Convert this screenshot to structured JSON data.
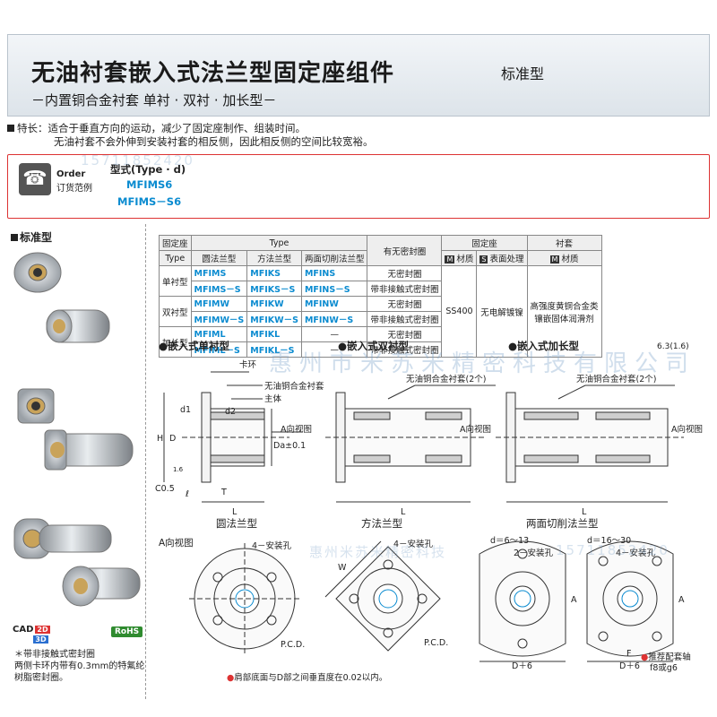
{
  "header": {
    "title": "无油衬套嵌入式法兰型固定座组件",
    "tag": "标准型",
    "subtitle": "－内置铜合金衬套  单衬 · 双衬 · 加长型－"
  },
  "features": {
    "label": "特长",
    "line1": "：适合于垂直方向的运动，减少了固定座制作、组装时间。",
    "line2": "无油衬套不会外伸到安装衬套的相反侧，因此相反侧的空间比较宽裕。"
  },
  "order": {
    "label_en": "Order",
    "label_cn": "订货范例",
    "type_label": "型式(Type · d)",
    "example1": "MFIMS6",
    "example2": "MFIMS－S6"
  },
  "left": {
    "std_label": "标准型",
    "cad_label": "CAD",
    "cad_2d": "2D",
    "cad_3d": "3D",
    "rohs": "RoHS",
    "note1": "＊带非接触式密封圈",
    "note2": "两侧卡环内带有0.3mm的特氟纶树脂密封圈。"
  },
  "table": {
    "h_fixed": "固定座",
    "h_fixed_en": "Type",
    "h_type": "Type",
    "h_round": "圆法兰型",
    "h_square": "方法兰型",
    "h_cut": "两面切削法兰型",
    "h_seal": "有无密封圈",
    "h_seat": "固定座",
    "h_material": "材质",
    "h_surface": "表面处理",
    "h_bush": "衬套",
    "h_bush_material": "材质",
    "rows": [
      {
        "group": "单衬型",
        "c1": "MFIMS",
        "c2": "MFIKS",
        "c3": "MFINS",
        "seal": "无密封圈"
      },
      {
        "group": "",
        "c1": "MFIMS－S",
        "c2": "MFIKS－S",
        "c3": "MFINS－S",
        "seal": "带非接触式密封圈"
      },
      {
        "group": "双衬型",
        "c1": "MFIMW",
        "c2": "MFIKW",
        "c3": "MFINW",
        "seal": "无密封圈"
      },
      {
        "group": "",
        "c1": "MFIMW－S",
        "c2": "MFIKW－S",
        "c3": "MFINW－S",
        "seal": "带非接触式密封圈"
      },
      {
        "group": "加长型",
        "c1": "MFIML",
        "c2": "MFIKL",
        "c3": "—",
        "seal": "无密封圈"
      },
      {
        "group": "",
        "c1": "MFIML－S",
        "c2": "MFIKL－S",
        "c3": "—",
        "seal": "带非接触式密封圈"
      }
    ],
    "seat_material": "SS400",
    "seat_surface": "无电解镀镍",
    "bush_material1": "高强度黄铜合金类",
    "bush_material2": "镶嵌固体润滑剂",
    "mark_m": "M",
    "mark_s": "S"
  },
  "sections": {
    "single": "嵌入式单衬型",
    "double": "嵌入式双衬型",
    "long": "嵌入式加长型",
    "round": "圆法兰型",
    "square": "方法兰型",
    "cut": "两面切削法兰型",
    "view_a": "A向视图"
  },
  "drawing_labels": {
    "snap_ring": "卡环",
    "oilless_bush": "无油铜合金衬套",
    "oilless_bush2": "无油铜合金衬套(2个)",
    "body": "主体",
    "a_view": "A向视图",
    "mount4": "4－安装孔",
    "mount2": "2－安装孔",
    "pcd": "P.C.D.",
    "d_range1": "d＝6～13",
    "d_range2": "d＝16～30",
    "D6": "D＋6",
    "L": "L",
    "H": "H",
    "D": "D",
    "T": "T",
    "l": "ℓ",
    "C05": "C0.5",
    "d1": "d1",
    "d2": "d2",
    "Da": "Da±0.1",
    "W": "W",
    "A": "A",
    "F": "F",
    "rough1": "6.3",
    "rough2": "1.6",
    "rough_small": "1.6"
  },
  "footer": {
    "perp": "肩部底面与D部之间垂直度在0.02以内。",
    "rec1": "推荐配套轴",
    "rec2": "f8或g6"
  },
  "watermarks": {
    "wm1": "惠州市米苏米精密科技有限公司",
    "wm2": "惠州米苏米精密科技",
    "wm3": "15711852420"
  }
}
